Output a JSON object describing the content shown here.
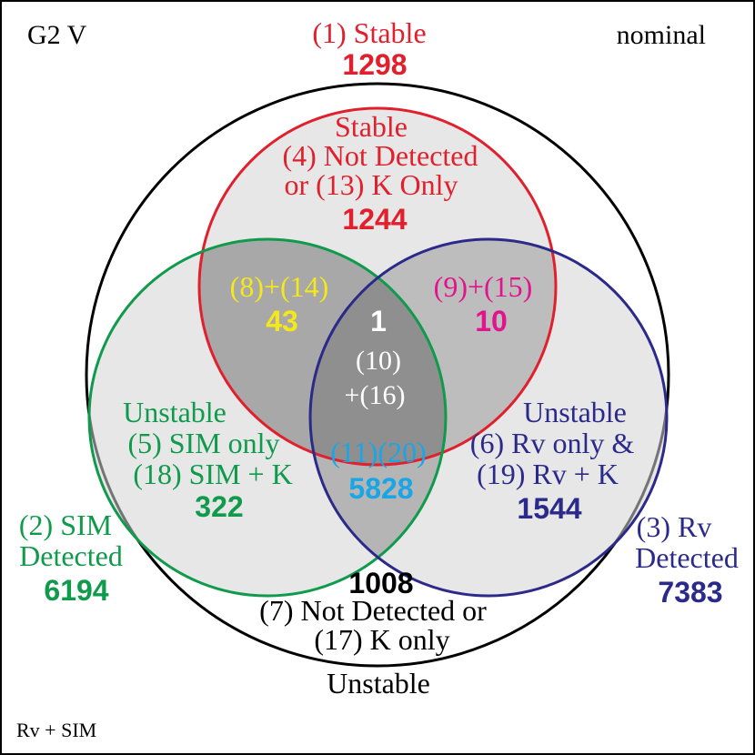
{
  "corner": {
    "top_left": "G2 V",
    "top_right": "nominal",
    "bottom_left": "Rv + SIM"
  },
  "colors": {
    "stable": "#e0202c",
    "sim": "#0f9a4c",
    "rv": "#2b2a8a",
    "yellow": "#f4e81a",
    "magenta": "#e0148c",
    "cyan": "#1aa6e6",
    "white": "#ffffff",
    "black": "#000000",
    "fill": "#d3d3d3"
  },
  "regions": {
    "stable_header": {
      "label": "(1) Stable",
      "count": "1298"
    },
    "stable_only": {
      "line1": "Stable",
      "line2": "(4) Not Detected",
      "line3": "or (13) K Only",
      "count": "1244"
    },
    "stable_sim": {
      "label": "(8)+(14)",
      "count": "43"
    },
    "stable_rv": {
      "label": "(9)+(15)",
      "count": "10"
    },
    "center": {
      "count": "1",
      "line1": "(10)",
      "line2": "+(16)"
    },
    "sim_only": {
      "line1": "Unstable",
      "line2": "(5) SIM only",
      "line3": "(18) SIM + K",
      "count": "322"
    },
    "rv_only": {
      "line1": "Unstable",
      "line2": "(6) Rv only &",
      "line3": "(19) Rv + K",
      "count": "1544"
    },
    "sim_rv": {
      "label": "(11)(20)",
      "count": "5828"
    },
    "sim_header": {
      "line1": "(2) SIM",
      "line2": "Detected",
      "count": "6194"
    },
    "rv_header": {
      "line1": "(3) Rv",
      "line2": "Detected",
      "count": "7383"
    },
    "outer": {
      "count": "1008",
      "line1": "(7) Not Detected or",
      "line2": "(17) K only",
      "line3": "Unstable"
    }
  }
}
